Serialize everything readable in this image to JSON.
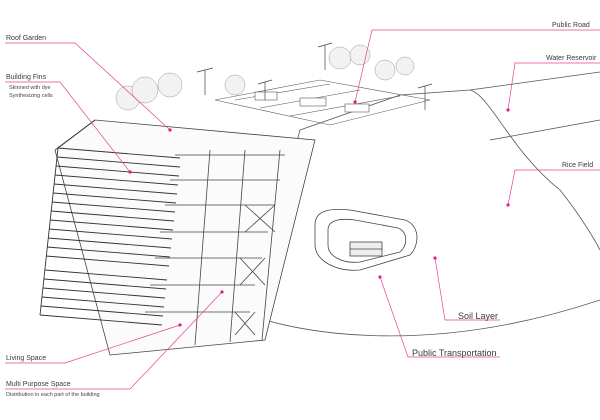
{
  "labels": {
    "roof_garden": "Roof Garden",
    "building_fins": "Building Fins",
    "building_fins_note1": "Skinned with dye",
    "building_fins_note2": "Synthesizing cells",
    "public_road": "Public Road",
    "water_reservoir": "Water Reservoir",
    "rice_field": "Rice Field",
    "soil_layer": "Soil Layer",
    "public_transportation": "Public Transportation",
    "living_space": "Living Space",
    "multi_purpose_space": "Multi Purpose Space",
    "multi_purpose_note": "Distribution in each part of the building"
  },
  "colors": {
    "leader": "#e8409a",
    "dot": "#e0207f",
    "line": "#444444",
    "text": "#3a3a3a"
  }
}
